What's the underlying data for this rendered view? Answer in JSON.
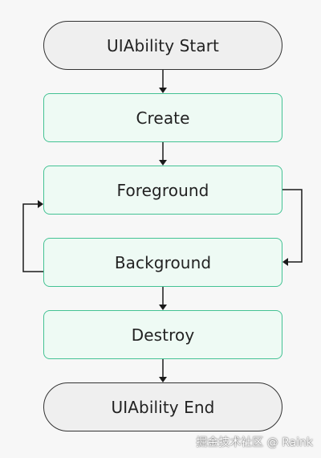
{
  "diagram": {
    "nodes": [
      {
        "id": "start",
        "label": "UIAbility Start"
      },
      {
        "id": "create",
        "label": "Create"
      },
      {
        "id": "foreground",
        "label": "Foreground"
      },
      {
        "id": "background",
        "label": "Background"
      },
      {
        "id": "destroy",
        "label": "Destroy"
      },
      {
        "id": "end",
        "label": "UIAbility End"
      }
    ],
    "edges": [
      {
        "from": "start",
        "to": "create"
      },
      {
        "from": "create",
        "to": "foreground"
      },
      {
        "from": "foreground",
        "to": "background"
      },
      {
        "from": "background",
        "to": "foreground"
      },
      {
        "from": "background",
        "to": "destroy"
      },
      {
        "from": "destroy",
        "to": "end"
      }
    ]
  },
  "colors": {
    "step_fill": "#eefaf4",
    "step_border": "#44c294",
    "terminal_fill": "#efefef",
    "terminal_border": "#333333",
    "arrow": "#1a1a1a",
    "background": "#f7f7f7"
  },
  "watermark": "掘金技术社区 @ Raink"
}
